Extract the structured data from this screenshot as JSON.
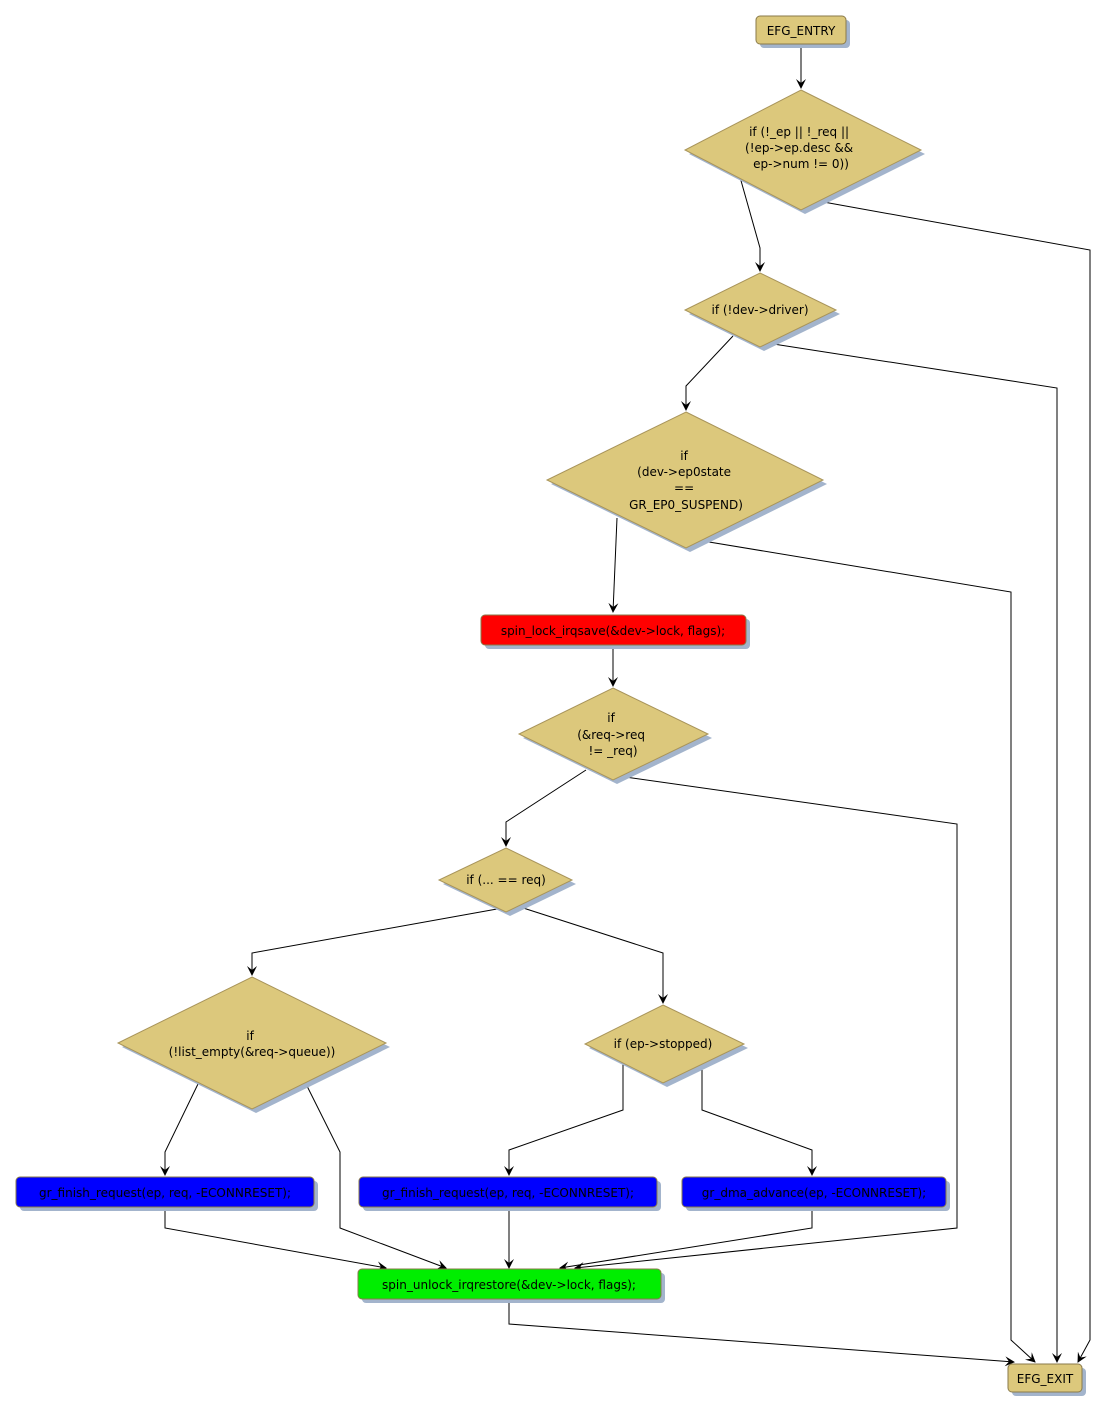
{
  "diagram": {
    "title": "Execution flow graph",
    "colors": {
      "decision_fill": "#dcc87c",
      "terminal_fill": "#dcc87c",
      "lock_fill": "#ff0000",
      "unlock_fill": "#00ee00",
      "call_fill": "#0000ff"
    },
    "nodes": {
      "entry": {
        "label": "EFG_ENTRY"
      },
      "cond_args": {
        "lines": [
          "if (!_ep || !_req ||",
          "(!ep->ep.desc &&",
          "ep->num != 0))"
        ]
      },
      "cond_driver": {
        "lines": [
          "if (!dev->driver)"
        ]
      },
      "cond_suspend": {
        "lines": [
          "if",
          "(dev->ep0state",
          "==",
          "GR_EP0_SUSPEND)"
        ]
      },
      "lock": {
        "label": "spin_lock_irqsave(&dev->lock, flags);"
      },
      "cond_req": {
        "lines": [
          "if",
          "(&req->req",
          "!= _req)"
        ]
      },
      "cond_iter": {
        "lines": [
          "if (... == req)"
        ]
      },
      "cond_list_empty": {
        "lines": [
          "if",
          "(!list_empty(&req->queue))"
        ]
      },
      "cond_stopped": {
        "lines": [
          "if (ep->stopped)"
        ]
      },
      "finish1": {
        "label": "gr_finish_request(ep, req, -ECONNRESET);"
      },
      "finish2": {
        "label": "gr_finish_request(ep, req, -ECONNRESET);"
      },
      "dma_advance": {
        "label": "gr_dma_advance(ep, -ECONNRESET);"
      },
      "unlock": {
        "label": "spin_unlock_irqrestore(&dev->lock, flags);"
      },
      "exit": {
        "label": "EFG_EXIT"
      }
    }
  }
}
